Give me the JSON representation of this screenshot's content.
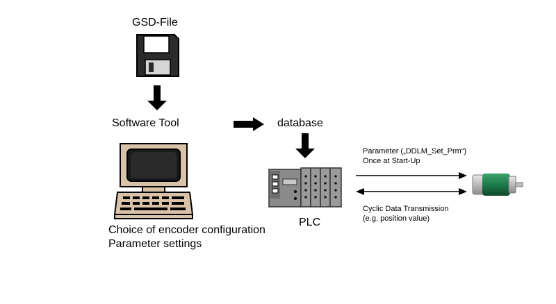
{
  "gsd_label": "GSD-File",
  "software_tool_label": "Software Tool",
  "database_label": "database",
  "plc_label": "PLC",
  "config_lines": [
    "Choice of encoder configuration",
    "Parameter settings"
  ],
  "param_lines": [
    "Parameter („DDLM_Set_Prm“)",
    "Once at Start-Up"
  ],
  "cyclic_lines": [
    "Cyclic Data Transmission",
    "(e.g. position value)"
  ],
  "icons": [
    "floppy-disk-icon",
    "computer-icon",
    "plc-icon",
    "encoder-icon"
  ],
  "colors": {
    "encoder_body": "#1f7a4a",
    "screen_bezel": "#d9c2a8"
  }
}
